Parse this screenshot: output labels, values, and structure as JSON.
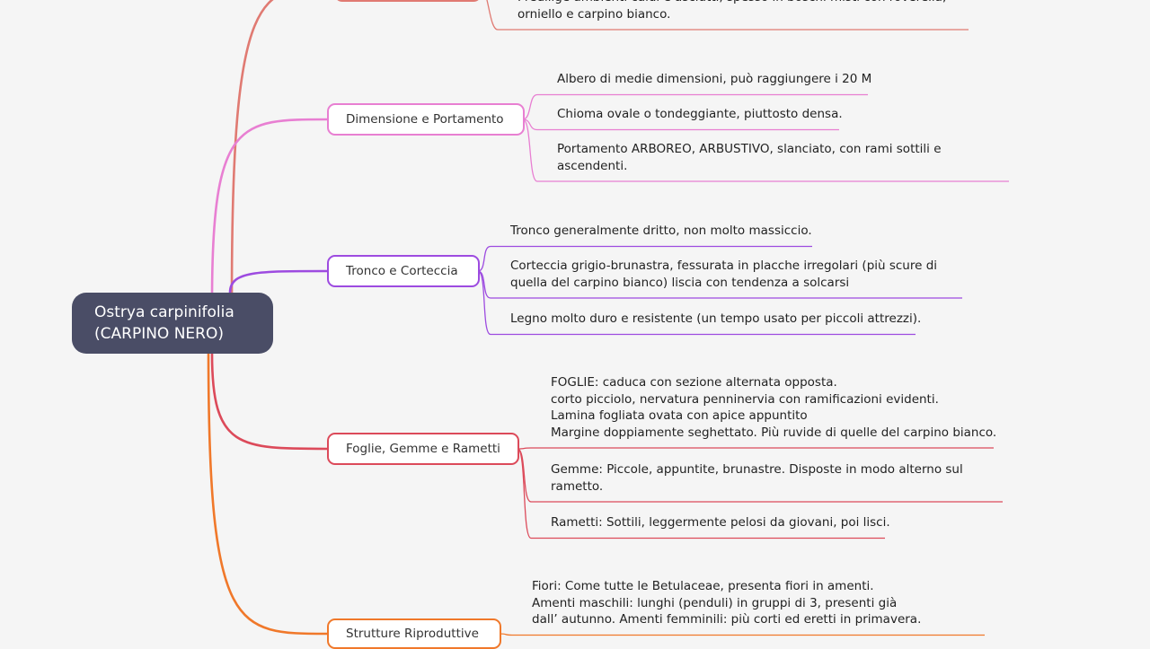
{
  "root": {
    "line1": "Ostrya carpinifolia",
    "line2": "(CARPINO NERO)"
  },
  "branches": [
    {
      "id": "habitat",
      "label": "",
      "color": "#e07a72",
      "leaves": [
        {
          "lines": [
            "Predilige ambienti caldi e asciutti, spesso in boschi misti con roverella,",
            "orniello e carpino bianco."
          ]
        }
      ]
    },
    {
      "id": "dimensione",
      "label": "Dimensione e Portamento",
      "color": "#e87fd2",
      "leaves": [
        {
          "lines": [
            "Albero di medie dimensioni, può raggiungere i 20 M"
          ]
        },
        {
          "lines": [
            "Chioma ovale o tondeggiante, piuttosto densa."
          ]
        },
        {
          "lines": [
            "Portamento ARBOREO, ARBUSTIVO, slanciato, con rami sottili e",
            "ascendenti."
          ]
        }
      ]
    },
    {
      "id": "tronco",
      "label": "Tronco e Corteccia",
      "color": "#9d4be0",
      "leaves": [
        {
          "lines": [
            "Tronco generalmente dritto, non molto massiccio."
          ]
        },
        {
          "lines": [
            "Corteccia grigio-brunastra, fessurata in placche irregolari (più scure di",
            "quella del carpino bianco) liscia con tendenza a solcarsi"
          ]
        },
        {
          "lines": [
            "Legno molto duro e resistente (un tempo usato per piccoli attrezzi)."
          ]
        }
      ]
    },
    {
      "id": "foglie",
      "label": "Foglie, Gemme e Rametti",
      "color": "#dc4a5a",
      "leaves": [
        {
          "lines": [
            "FOGLIE: caduca con sezione alternata opposta.",
            "corto picciolo, nervatura penninervia con ramificazioni evidenti.",
            "Lamina fogliata ovata con apice appuntito",
            "Margine doppiamente seghettato. Più ruvide di quelle del carpino bianco."
          ]
        },
        {
          "lines": [
            "Gemme: Piccole, appuntite, brunastre. Disposte in modo alterno sul",
            "rametto."
          ]
        },
        {
          "lines": [
            "Rametti: Sottili, leggermente pelosi da giovani, poi lisci."
          ]
        }
      ]
    },
    {
      "id": "strutture",
      "label": "Strutture Riproduttive",
      "color": "#f0782a",
      "leaves": [
        {
          "lines": [
            "Fiori: Come tutte le Betulaceae, presenta fiori in amenti.",
            "Amenti maschili: lunghi (penduli) in gruppi di 3, presenti già",
            "dall’ autunno. Amenti femminili: più corti ed eretti in primavera."
          ]
        }
      ]
    }
  ]
}
